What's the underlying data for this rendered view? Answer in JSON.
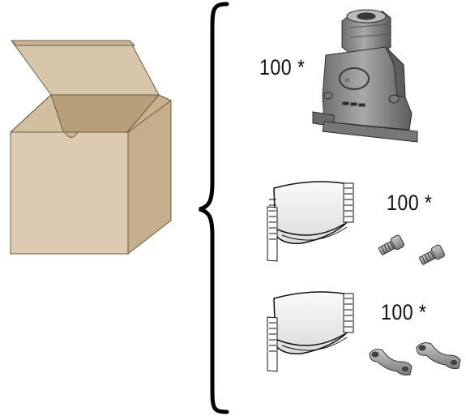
{
  "kit": {
    "housing": {
      "quantity_label": "100 *",
      "icon": "connector-hood-icon"
    },
    "screws": {
      "quantity_label": "100 *",
      "icons": [
        "plastic-bag-icon",
        "screw-icon"
      ]
    },
    "clamps": {
      "quantity_label": "100 *",
      "icons": [
        "plastic-bag-icon",
        "cable-clamp-icon"
      ]
    }
  },
  "box": {
    "icon": "cardboard-box-icon"
  },
  "colors": {
    "box_front": "#dccbb0",
    "box_side": "#c4ae8c",
    "box_flap": "#cfbb9b",
    "metal": "#8a8a8a",
    "bag": "#f2f2f2",
    "outline": "#000000"
  }
}
